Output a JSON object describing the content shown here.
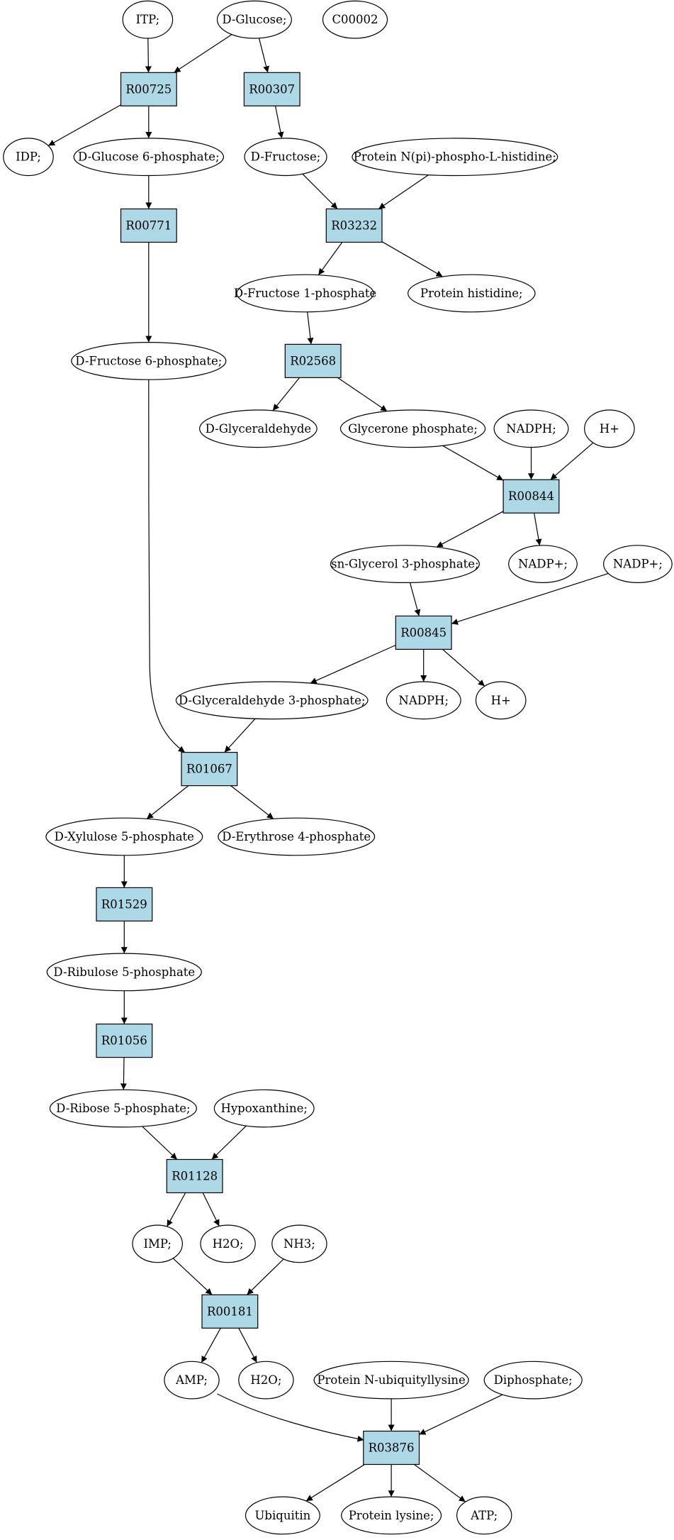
{
  "colors": {
    "reaction": "#add8e6",
    "compound": "#ffffff",
    "start": "#00ff00",
    "extra": "#ffff00",
    "stroke": "#000000"
  },
  "nodes": [
    {
      "id": "itp",
      "label": "ITP;",
      "kind": "compound"
    },
    {
      "id": "dglucose",
      "label": "D-Glucose;",
      "kind": "start"
    },
    {
      "id": "c00002",
      "label": "C00002",
      "kind": "extra"
    },
    {
      "id": "r00725",
      "label": "R00725",
      "kind": "reaction"
    },
    {
      "id": "r00307",
      "label": "R00307",
      "kind": "reaction"
    },
    {
      "id": "idp",
      "label": "IDP;",
      "kind": "compound"
    },
    {
      "id": "g6p",
      "label": "D-Glucose 6-phosphate;",
      "kind": "compound"
    },
    {
      "id": "dfructose",
      "label": "D-Fructose;",
      "kind": "compound"
    },
    {
      "id": "pnhis",
      "label": "Protein N(pi)-phospho-L-histidine;",
      "kind": "compound"
    },
    {
      "id": "r00771",
      "label": "R00771",
      "kind": "reaction"
    },
    {
      "id": "r03232",
      "label": "R03232",
      "kind": "reaction"
    },
    {
      "id": "f1p",
      "label": "D-Fructose 1-phosphate",
      "kind": "compound"
    },
    {
      "id": "phis",
      "label": "Protein histidine;",
      "kind": "compound"
    },
    {
      "id": "f6p",
      "label": "D-Fructose 6-phosphate;",
      "kind": "compound"
    },
    {
      "id": "r02568",
      "label": "R02568",
      "kind": "reaction"
    },
    {
      "id": "glyald",
      "label": "D-Glyceraldehyde",
      "kind": "compound"
    },
    {
      "id": "dhap",
      "label": "Glycerone phosphate;",
      "kind": "compound"
    },
    {
      "id": "nadph1",
      "label": "NADPH;",
      "kind": "compound"
    },
    {
      "id": "hplus1",
      "label": "H+",
      "kind": "compound"
    },
    {
      "id": "r00844",
      "label": "R00844",
      "kind": "reaction"
    },
    {
      "id": "g3p",
      "label": "sn-Glycerol 3-phosphate;",
      "kind": "compound"
    },
    {
      "id": "nadp1",
      "label": "NADP+;",
      "kind": "compound"
    },
    {
      "id": "nadp2",
      "label": "NADP+;",
      "kind": "compound"
    },
    {
      "id": "r00845",
      "label": "R00845",
      "kind": "reaction"
    },
    {
      "id": "ga3p",
      "label": "D-Glyceraldehyde 3-phosphate;",
      "kind": "compound"
    },
    {
      "id": "nadph2",
      "label": "NADPH;",
      "kind": "compound"
    },
    {
      "id": "hplus2",
      "label": "H+",
      "kind": "compound"
    },
    {
      "id": "r01067",
      "label": "R01067",
      "kind": "reaction"
    },
    {
      "id": "x5p",
      "label": "D-Xylulose 5-phosphate",
      "kind": "compound"
    },
    {
      "id": "e4p",
      "label": "D-Erythrose 4-phosphate",
      "kind": "compound"
    },
    {
      "id": "r01529",
      "label": "R01529",
      "kind": "reaction"
    },
    {
      "id": "ru5p",
      "label": "D-Ribulose 5-phosphate",
      "kind": "compound"
    },
    {
      "id": "r01056",
      "label": "R01056",
      "kind": "reaction"
    },
    {
      "id": "r5p",
      "label": "D-Ribose 5-phosphate;",
      "kind": "compound"
    },
    {
      "id": "hypox",
      "label": "Hypoxanthine;",
      "kind": "compound"
    },
    {
      "id": "r01128",
      "label": "R01128",
      "kind": "reaction"
    },
    {
      "id": "imp",
      "label": "IMP;",
      "kind": "compound"
    },
    {
      "id": "h2o1",
      "label": "H2O;",
      "kind": "compound"
    },
    {
      "id": "nh3",
      "label": "NH3;",
      "kind": "compound"
    },
    {
      "id": "r00181",
      "label": "R00181",
      "kind": "reaction"
    },
    {
      "id": "amp",
      "label": "AMP;",
      "kind": "compound"
    },
    {
      "id": "h2o2",
      "label": "H2O;",
      "kind": "compound"
    },
    {
      "id": "pnubl",
      "label": "Protein N-ubiquityllysine",
      "kind": "compound"
    },
    {
      "id": "diphos",
      "label": "Diphosphate;",
      "kind": "compound"
    },
    {
      "id": "r03876",
      "label": "R03876",
      "kind": "reaction"
    },
    {
      "id": "ubiq",
      "label": "Ubiquitin",
      "kind": "compound"
    },
    {
      "id": "plys",
      "label": "Protein lysine;",
      "kind": "compound"
    },
    {
      "id": "atp",
      "label": "ATP;",
      "kind": "compound"
    }
  ],
  "edges": [
    [
      "itp",
      "r00725"
    ],
    [
      "dglucose",
      "r00725"
    ],
    [
      "dglucose",
      "r00307"
    ],
    [
      "r00725",
      "idp"
    ],
    [
      "r00725",
      "g6p"
    ],
    [
      "r00307",
      "dfructose"
    ],
    [
      "g6p",
      "r00771"
    ],
    [
      "dfructose",
      "r03232"
    ],
    [
      "pnhis",
      "r03232"
    ],
    [
      "r03232",
      "f1p"
    ],
    [
      "r03232",
      "phis"
    ],
    [
      "r00771",
      "f6p"
    ],
    [
      "f1p",
      "r02568"
    ],
    [
      "r02568",
      "glyald"
    ],
    [
      "r02568",
      "dhap"
    ],
    [
      "dhap",
      "r00844"
    ],
    [
      "nadph1",
      "r00844"
    ],
    [
      "hplus1",
      "r00844"
    ],
    [
      "r00844",
      "g3p"
    ],
    [
      "r00844",
      "nadp1"
    ],
    [
      "g3p",
      "r00845"
    ],
    [
      "nadp2",
      "r00845"
    ],
    [
      "r00845",
      "ga3p"
    ],
    [
      "r00845",
      "nadph2"
    ],
    [
      "r00845",
      "hplus2"
    ],
    [
      "f6p",
      "r01067"
    ],
    [
      "ga3p",
      "r01067"
    ],
    [
      "r01067",
      "x5p"
    ],
    [
      "r01067",
      "e4p"
    ],
    [
      "x5p",
      "r01529"
    ],
    [
      "r01529",
      "ru5p"
    ],
    [
      "ru5p",
      "r01056"
    ],
    [
      "r01056",
      "r5p"
    ],
    [
      "r5p",
      "r01128"
    ],
    [
      "hypox",
      "r01128"
    ],
    [
      "r01128",
      "imp"
    ],
    [
      "r01128",
      "h2o1"
    ],
    [
      "imp",
      "r00181"
    ],
    [
      "nh3",
      "r00181"
    ],
    [
      "r00181",
      "amp"
    ],
    [
      "r00181",
      "h2o2"
    ],
    [
      "amp",
      "r03876"
    ],
    [
      "pnubl",
      "r03876"
    ],
    [
      "diphos",
      "r03876"
    ],
    [
      "r03876",
      "ubiq"
    ],
    [
      "r03876",
      "plys"
    ],
    [
      "r03876",
      "atp"
    ]
  ]
}
